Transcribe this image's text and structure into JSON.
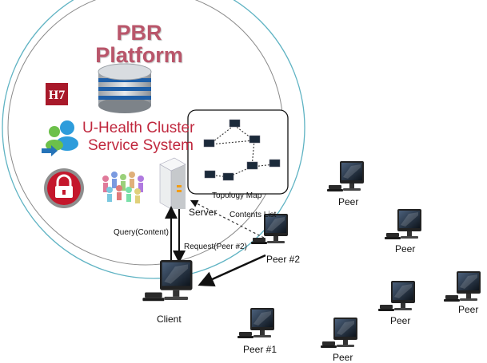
{
  "platform": {
    "line1": "PBR",
    "line2": "Platform",
    "service_line1": "U-Health Cluster",
    "service_line2": "Service System"
  },
  "labels": {
    "topology": "Topology Map",
    "server": "Server",
    "contents_list": "Contents List",
    "query": "Query(Content)",
    "request": "Request(Peer #2)",
    "client": "Client",
    "peer2": "Peer #2",
    "peer1": "Peer #1",
    "peer": "Peer"
  },
  "colors": {
    "title": "#b9556a",
    "service": "#c0283e",
    "circle_outer": "#5fb3c3",
    "circle_inner": "#8a8a8a"
  }
}
